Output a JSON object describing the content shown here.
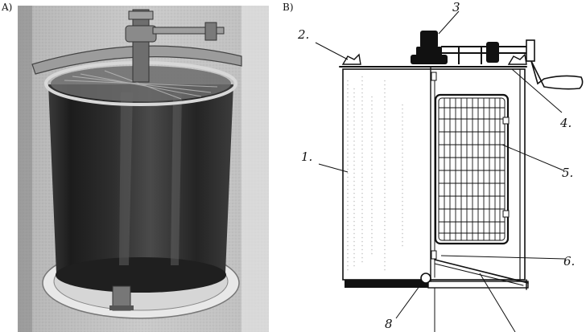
{
  "panels": {
    "a": {
      "label": "A)"
    },
    "b": {
      "label": "B)"
    }
  },
  "callouts": [
    "1.",
    "2.",
    "3",
    "4.",
    "5.",
    "6.",
    "8"
  ],
  "colors": {
    "ink": "#111111",
    "photo_dark": "#2a2a2a",
    "photo_light": "#cfcfcf"
  }
}
